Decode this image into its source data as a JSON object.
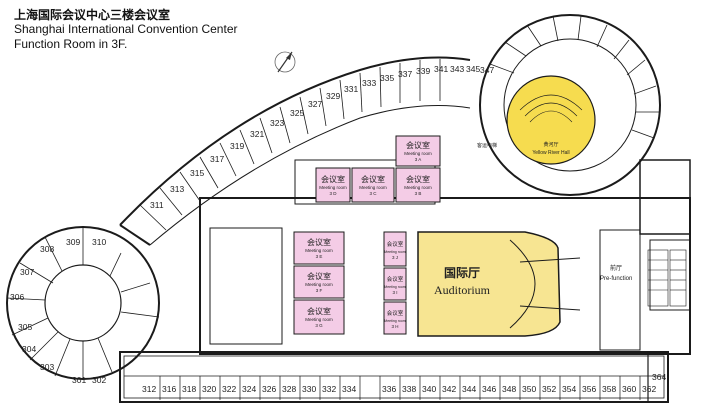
{
  "title": {
    "cn": "上海国际会议中心三楼会议室",
    "en1": "Shanghai International Convention Center",
    "en2": "Function Room in 3F."
  },
  "colors": {
    "meeting": "#f4cce6",
    "auditorium": "#f7e592",
    "yellow_river": "#f6dc4f",
    "wall": "#1b1b1b",
    "floor": "#ffffff"
  },
  "rooms": {
    "arc": [
      "311",
      "313",
      "315",
      "317",
      "319",
      "321",
      "323",
      "325",
      "327",
      "329",
      "331",
      "333",
      "335",
      "337",
      "339",
      "341",
      "343",
      "345",
      "347"
    ],
    "left_circle": [
      "301",
      "302",
      "303",
      "304",
      "305",
      "306",
      "307",
      "308",
      "309",
      "310"
    ],
    "bottom": [
      "312",
      "316",
      "318",
      "320",
      "322",
      "324",
      "326",
      "328",
      "330",
      "332",
      "334",
      "336",
      "338",
      "340",
      "342",
      "344",
      "346",
      "348",
      "350",
      "352",
      "354",
      "356",
      "358",
      "360",
      "362",
      "364"
    ]
  },
  "meeting_rooms": {
    "r3a": {
      "cn": "会议室",
      "en": "Meeting room",
      "num": "3 A"
    },
    "r3b": {
      "cn": "会议室",
      "en": "Meeting room",
      "num": "3 B"
    },
    "r3c": {
      "cn": "会议室",
      "en": "Meeting room",
      "num": "3 C"
    },
    "r3d": {
      "cn": "会议室",
      "en": "Meeting room",
      "num": "3 D"
    },
    "r3e": {
      "cn": "会议室",
      "en": "Meeting room",
      "num": "3 E"
    },
    "r3f": {
      "cn": "会议室",
      "en": "Meeting room",
      "num": "3 F"
    },
    "r3g": {
      "cn": "会议室",
      "en": "Meeting room",
      "num": "3 G"
    },
    "r3h": {
      "cn": "会议室",
      "en": "Meeting room",
      "num": "3 H"
    },
    "r3i": {
      "cn": "会议室",
      "en": "Meeting room",
      "num": "3 I"
    },
    "r3j": {
      "cn": "会议室",
      "en": "Meeting room",
      "num": "3 J"
    }
  },
  "auditorium": {
    "cn": "国际厅",
    "en": "Auditorium"
  },
  "yellow_river": {
    "cn": "黄河厅",
    "en": "Yellow River Hall"
  },
  "prefunction": {
    "cn": "前厅",
    "en": "Pre-function"
  },
  "elevator": {
    "cn": "客运电梯"
  }
}
